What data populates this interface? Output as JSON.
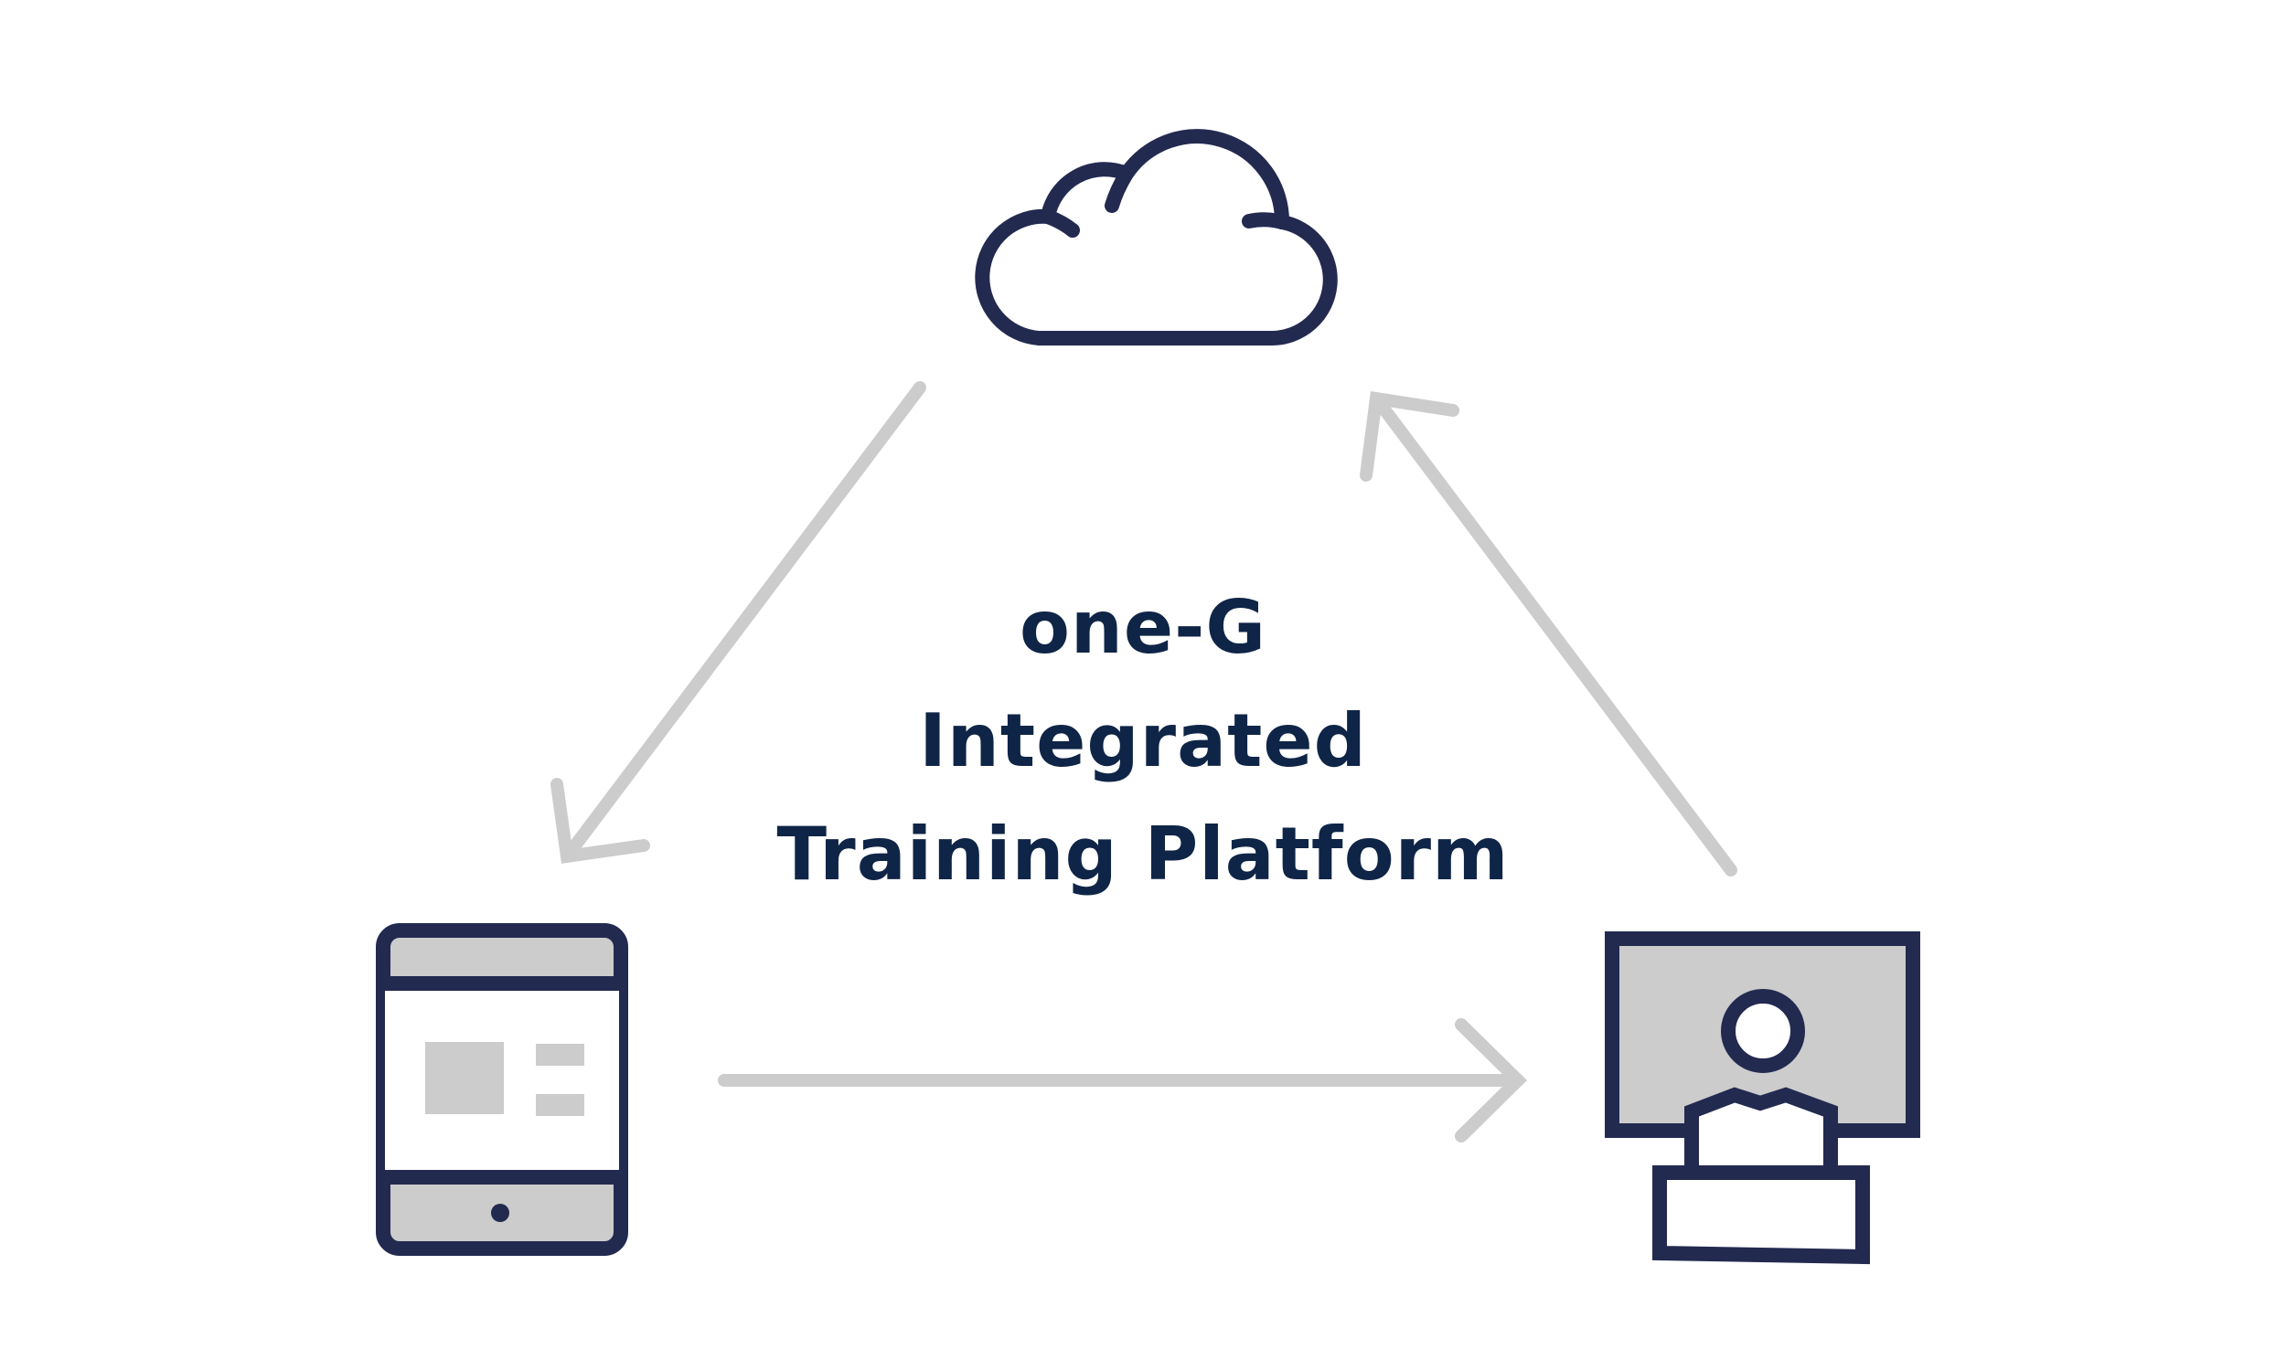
{
  "title": {
    "line1": "one-G",
    "line2": "Integrated",
    "line3": "Training Platform"
  },
  "colors": {
    "stroke": "#232a50",
    "arrow": "#cccccc",
    "fill_gray": "#cccccc",
    "fill_white": "#ffffff",
    "title": "#0f2547"
  },
  "nodes": {
    "cloud": {
      "icon": "cloud-icon"
    },
    "tablet": {
      "icon": "tablet-icon"
    },
    "instructor": {
      "icon": "instructor-monitor-icon"
    }
  },
  "edges": [
    {
      "from": "cloud",
      "to": "tablet"
    },
    {
      "from": "tablet",
      "to": "instructor"
    },
    {
      "from": "instructor",
      "to": "cloud"
    }
  ]
}
